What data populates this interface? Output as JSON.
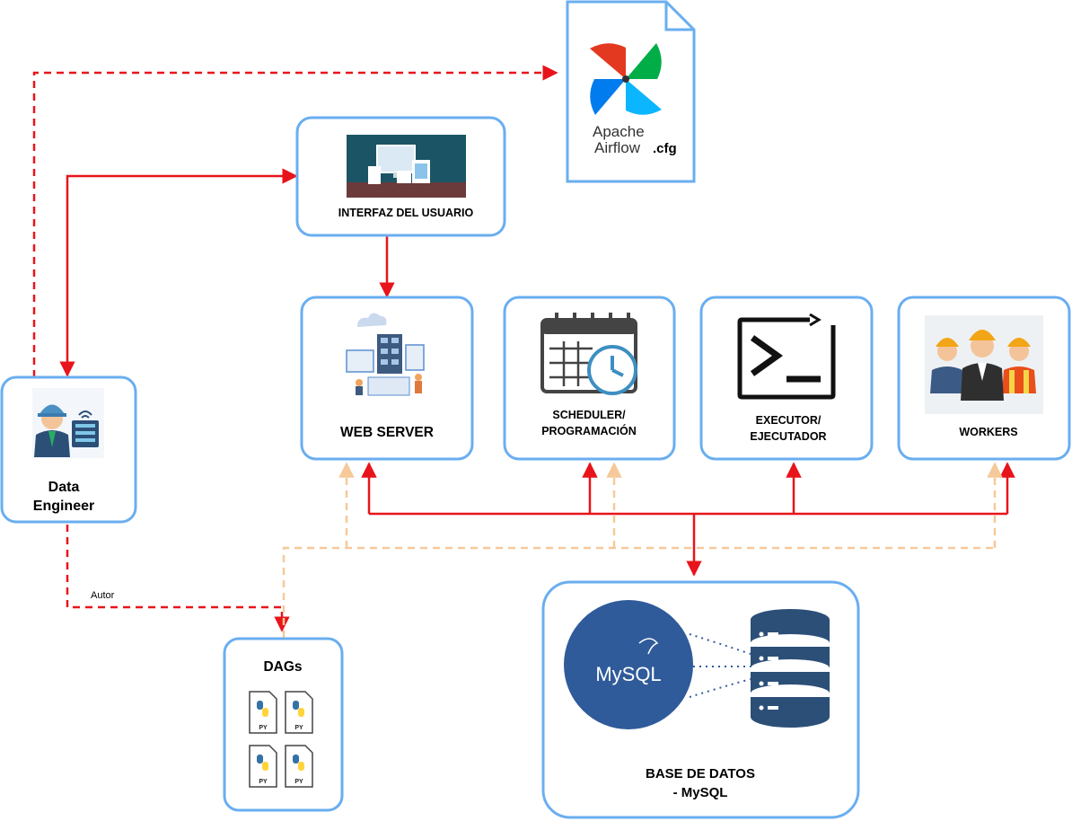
{
  "nodes": {
    "data_engineer": {
      "label_line1": "Data",
      "label_line2": "Engineer"
    },
    "ui": {
      "label": "INTERFAZ DEL USUARIO"
    },
    "web_server": {
      "label": "WEB SERVER"
    },
    "scheduler": {
      "label_line1": "SCHEDULER/",
      "label_line2": "PROGRAMACIÓN"
    },
    "executor": {
      "label_line1": "EXECUTOR/",
      "label_line2": "EJECUTADOR"
    },
    "workers": {
      "label": "WORKERS"
    },
    "dags": {
      "label": "DAGs",
      "file_badge": "PY"
    },
    "database": {
      "label_line1": "BASE DE DATOS",
      "label_line2": "- MySQL",
      "logo_text": "MySQL"
    },
    "config_file": {
      "logo_line1": "Apache",
      "logo_line2": "Airflow",
      "ext": ".cfg"
    }
  },
  "edges": {
    "author_label": "Autor"
  },
  "colors": {
    "box_border": "#6aaef0",
    "solid_arrow": "#e8141b",
    "dashed_red": "#e8141b",
    "dashed_light": "#f6c99a",
    "mysql_blue": "#2f5b9a",
    "db_blue": "#2c4f78"
  }
}
